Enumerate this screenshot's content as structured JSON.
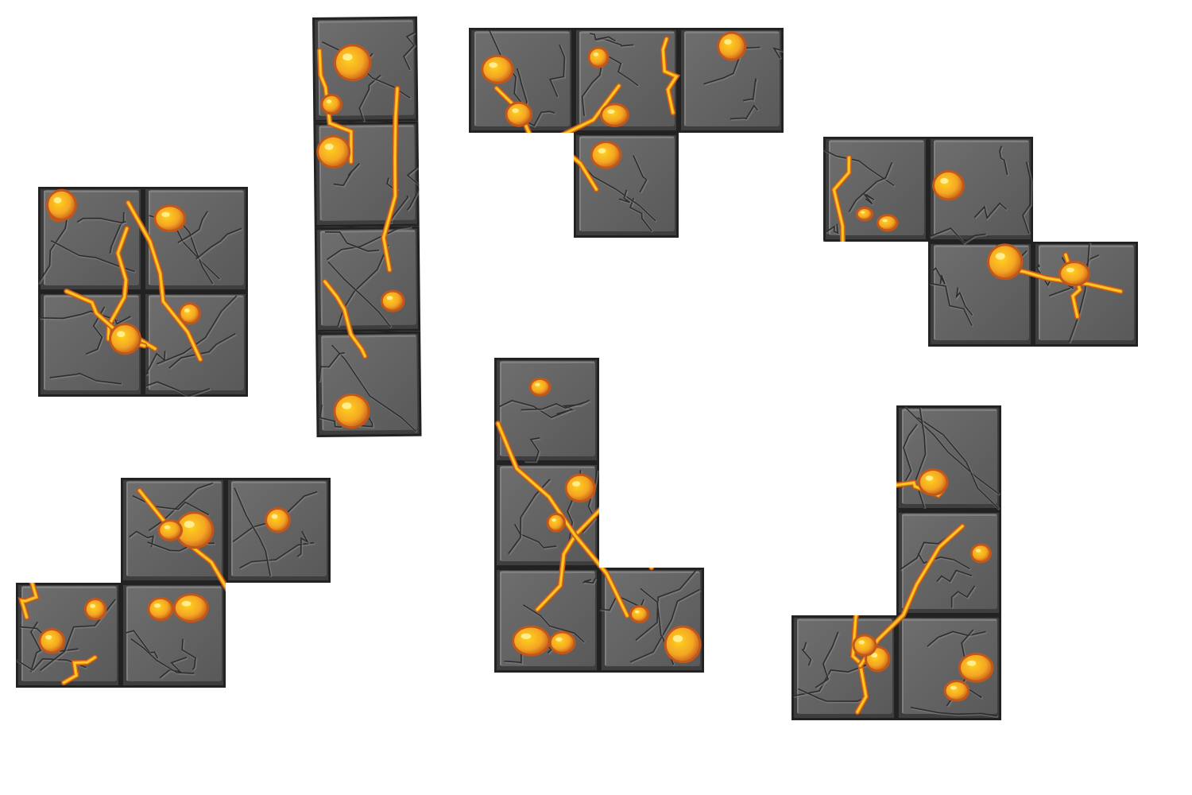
{
  "scene": {
    "background": "#ffffff",
    "style": {
      "stone_light": "#6e6e6e",
      "stone_mid": "#595959",
      "stone_dark": "#3e3e3e",
      "stone_edge": "#222222",
      "crack": "#2d2d2d",
      "crack_highlight": "#8a8a8a",
      "lava_outer": "#c2571b",
      "lava_core": "#f5a623",
      "lava_hot": "#ffd21f",
      "lava_spec": "#fff6a8"
    }
  },
  "pieces": [
    {
      "name": "o-tetromino",
      "shape": "O",
      "blocks": 4
    },
    {
      "name": "i-tetromino",
      "shape": "I",
      "blocks": 4
    },
    {
      "name": "t-tetromino",
      "shape": "T",
      "blocks": 4
    },
    {
      "name": "z-tetromino",
      "shape": "Z",
      "blocks": 4
    },
    {
      "name": "s-tetromino",
      "shape": "S",
      "blocks": 4
    },
    {
      "name": "l-tetromino",
      "shape": "L",
      "blocks": 4
    },
    {
      "name": "j-tetromino",
      "shape": "J",
      "blocks": 4
    }
  ]
}
